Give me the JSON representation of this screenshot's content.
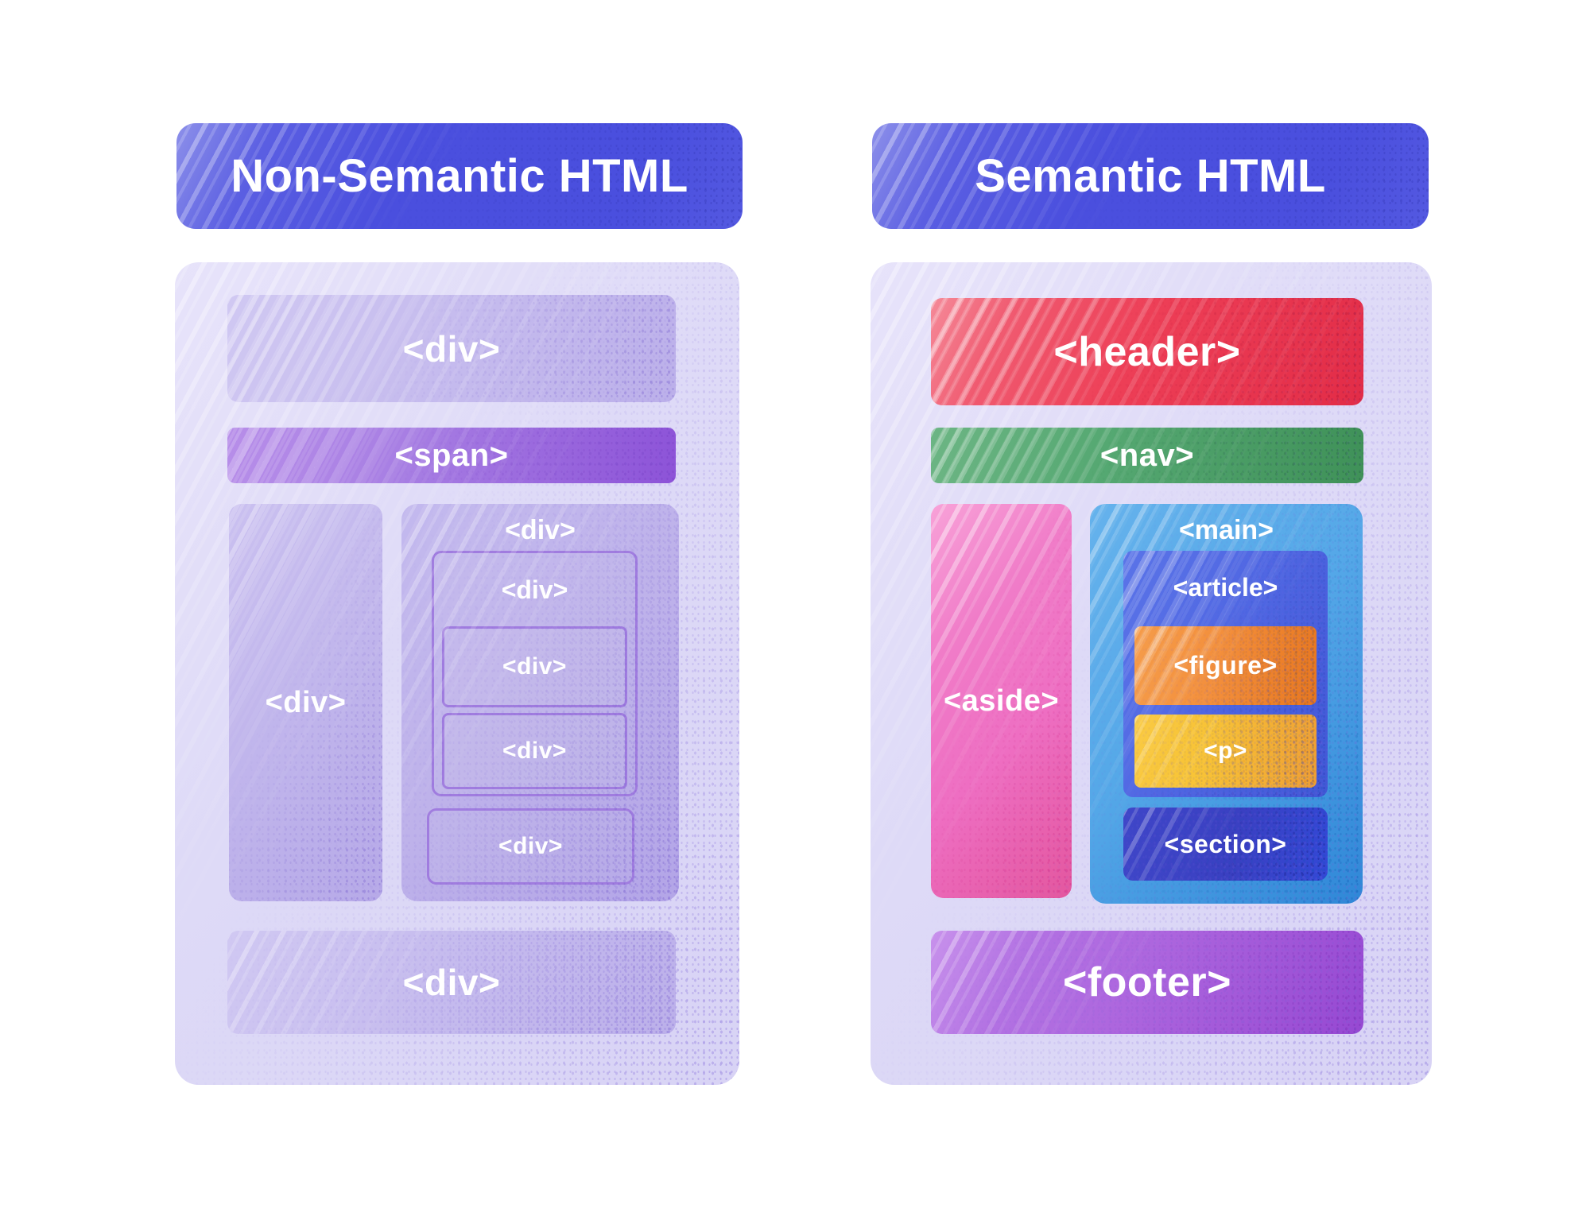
{
  "left_panel": {
    "title": "Non-Semantic HTML",
    "top_block": "<div>",
    "span_block": "<span>",
    "column_block": "<div>",
    "group_label": "<div>",
    "nested_label": "<div>",
    "nested_child_1": "<div>",
    "nested_child_2": "<div>",
    "group_bottom_block": "<div>",
    "bottom_block": "<div>"
  },
  "right_panel": {
    "title": "Semantic HTML",
    "header_block": "<header>",
    "nav_block": "<nav>",
    "aside_block": "<aside>",
    "main_label": "<main>",
    "article_label": "<article>",
    "figure_block": "<figure>",
    "p_block": "<p>",
    "section_block": "<section>",
    "footer_block": "<footer>"
  },
  "palette": {
    "title_banner_blue": "#4a4fde",
    "panel_lavender": "#dedaf7",
    "nonsemantic_block_purple": "#c6bcee",
    "span_purple": "#a77ee3",
    "nested_outline_purple": "#a07cdf",
    "header_red": "#ed3e56",
    "nav_green": "#55a872",
    "aside_pink": "#ee6ec2",
    "main_blue": "#55a8e8",
    "article_indigo": "#4f66e2",
    "figure_orange": "#f38f3c",
    "p_yellow": "#f8c336",
    "section_dark_blue": "#3a40c2",
    "footer_purple": "#ad66de",
    "text_white": "#ffffff"
  }
}
